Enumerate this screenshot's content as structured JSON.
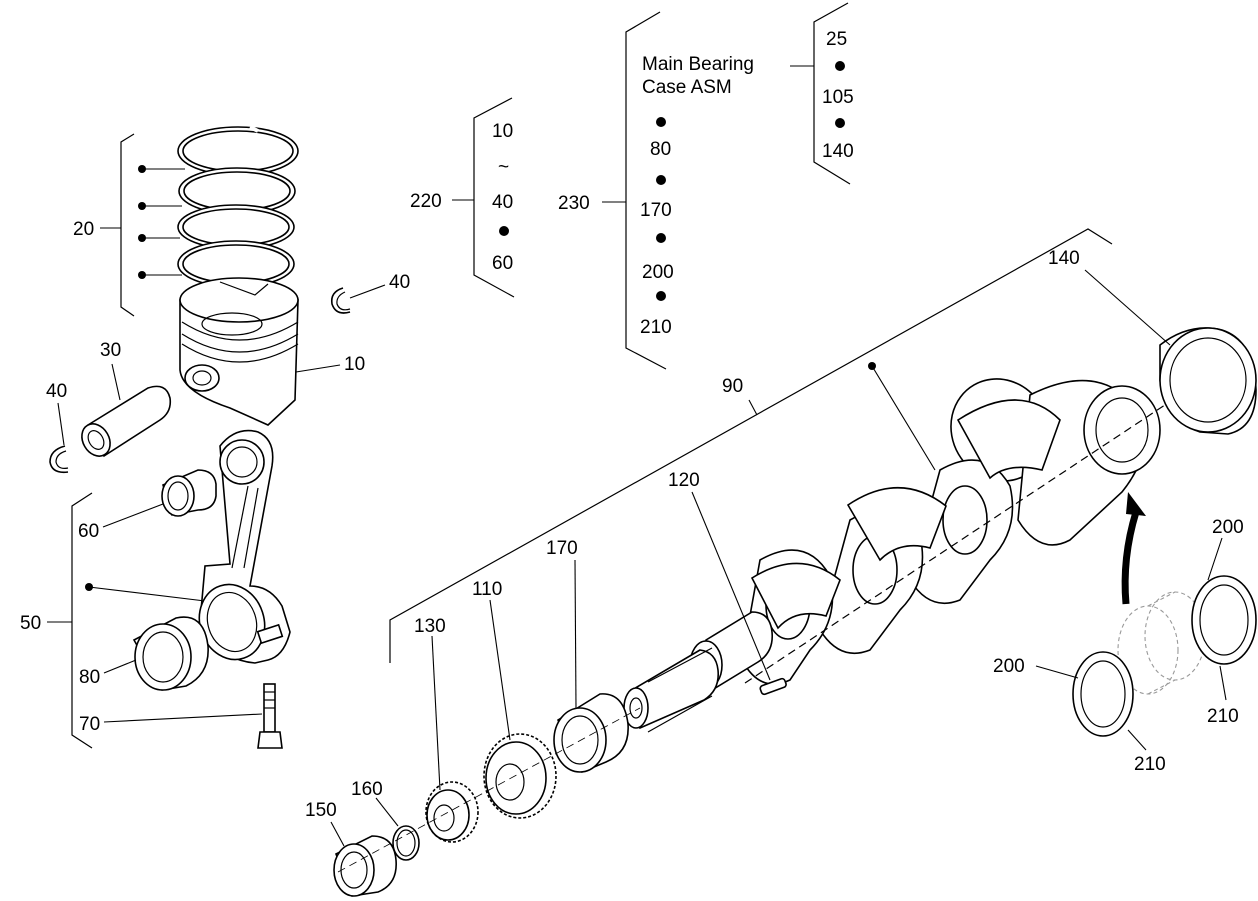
{
  "callouts": {
    "c10": "10",
    "c20": "20",
    "c30": "30",
    "c40_right": "40",
    "c40_left": "40",
    "c50": "50",
    "c60": "60",
    "c70": "70",
    "c80": "80",
    "c90": "90",
    "c110": "110",
    "c120": "120",
    "c130": "130",
    "c140": "140",
    "c150": "150",
    "c160": "160",
    "c170": "170",
    "c200_right": "200",
    "c200_left": "200",
    "c210_right": "210",
    "c210_bottom": "210",
    "c220": "220",
    "c230": "230"
  },
  "group_220": {
    "items": [
      "10",
      "~",
      "40",
      "60"
    ]
  },
  "group_230": {
    "items": [
      "80",
      "170",
      "200",
      "210"
    ]
  },
  "main_bearing": {
    "label_line1": "Main Bearing",
    "label_line2": "Case ASM",
    "items": [
      "25",
      "105",
      "140"
    ]
  }
}
